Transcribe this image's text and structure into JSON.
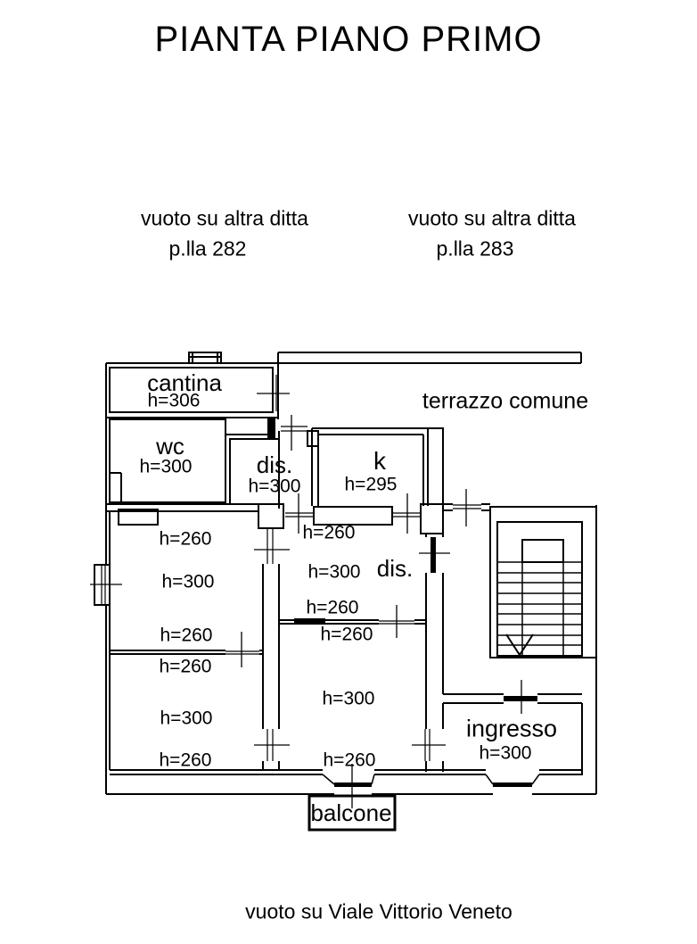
{
  "title": "PIANTA PIANO PRIMO",
  "annotations": {
    "top_left": {
      "line1": "vuoto su altra ditta",
      "line2": "p.lla 282"
    },
    "top_right": {
      "line1": "vuoto su altra ditta",
      "line2": "p.lla 283"
    },
    "bottom": "vuoto su Viale Vittorio Veneto"
  },
  "rooms": {
    "cantina": {
      "name": "cantina",
      "height": "h=306"
    },
    "terrazzo": {
      "name": "terrazzo comune"
    },
    "wc": {
      "name": "wc",
      "height": "h=300"
    },
    "dis_upper": {
      "name": "dis.",
      "height": "h=300"
    },
    "kitchen": {
      "name": "k",
      "height": "h=295"
    },
    "dis_middle": {
      "name": "dis."
    },
    "ingresso": {
      "name": "ingresso",
      "height": "h=300"
    },
    "balcone": {
      "name": "balcone"
    }
  },
  "height_labels": {
    "room_nw": [
      "h=260",
      "h=300",
      "h=260"
    ],
    "room_sw": [
      "h=260",
      "h=300",
      "h=260"
    ],
    "room_n_mid": [
      "h=260",
      "h=300",
      "h=260"
    ],
    "room_s_mid": [
      "h=260",
      "h=300",
      "h=260"
    ]
  },
  "colors": {
    "line": "#000000",
    "background": "#ffffff"
  }
}
